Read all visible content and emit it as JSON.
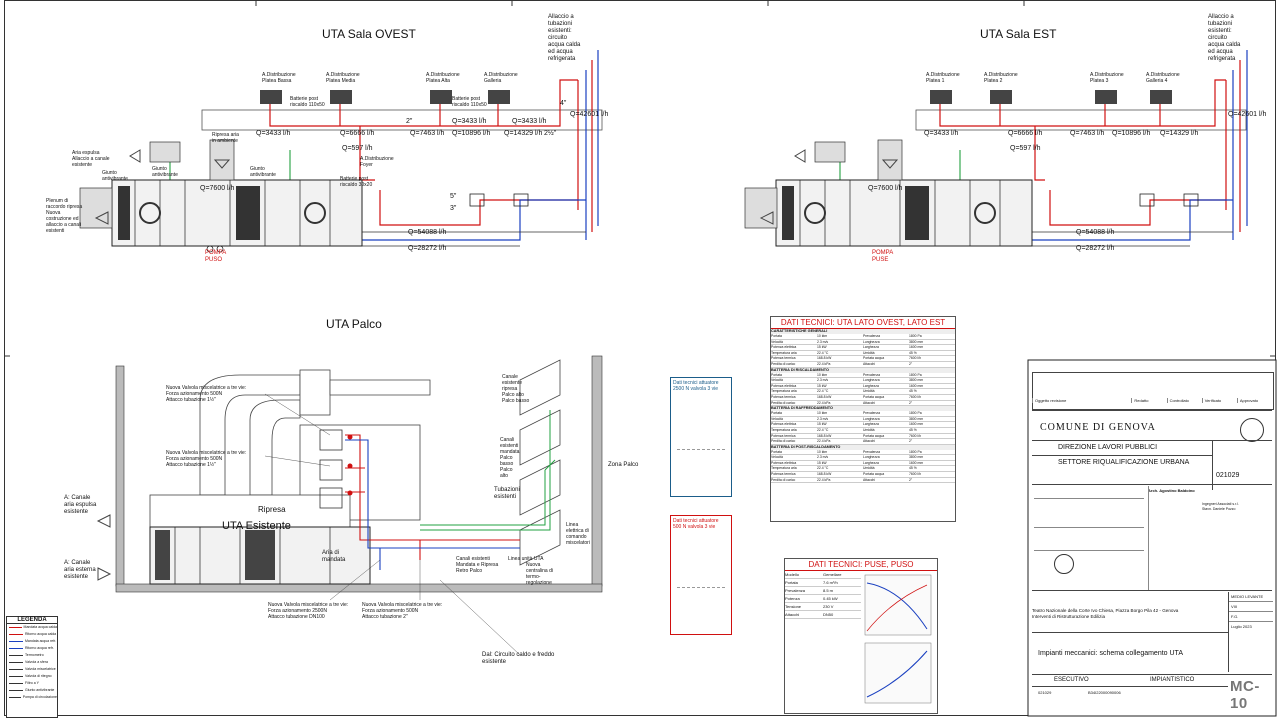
{
  "titles": {
    "ovest": "UTA Sala OVEST",
    "est": "UTA Sala EST",
    "palco": "UTA Palco"
  },
  "ovest": {
    "allaccio": "Allaccio a\ntubazioni\nesistenti:\ncircuito\nacqua calda\ned acqua\nrefrigerata",
    "diffusori": [
      "A.Distribuzione\nPlatea Bassa",
      "A.Distribuzione\nPlatea Media",
      "A.Distribuzione\nPlatea Alta",
      "A.Distribuzione\nGalleria"
    ],
    "batterie": [
      "Batterie post\nriscaldo 110x50",
      "Batterie post\nriscaldo 110x50"
    ],
    "flows_top": [
      "Q=3433 l/h",
      "Q=6666 l/h",
      "Q=7463 l/h",
      "Q=10896 l/h",
      "Q=14329 l/h"
    ],
    "flows_mid": [
      "2\"",
      "Q=3433 l/h",
      "Q=3433 l/h"
    ],
    "q_main": "Q=42601 l/h",
    "q_foyer": "Q=597 l/h",
    "foyer": "A.Distribuzione\nFoyer",
    "ripresa": "Ripresa aria\nin ambiente",
    "espulsa": "Aria espulsa\nAllaccio a canale\nesistente",
    "giunti": [
      "Giunto\nantivibrante",
      "Giunto\nantivibrante",
      "Giunto\nantivibrante"
    ],
    "plenum": "Plenum di\nraccordo ripresa\nNuova\ncostruzione ed\nallaccio a canali\nesistenti",
    "q_uta": "Q=7600 l/h",
    "q_bottom1": "Q=54088 l/h",
    "q_bottom2": "Q=28272 l/h",
    "d5": "5\"",
    "d3": "3\"",
    "pompa": "POMPA\nPUSO",
    "d4": "4\"",
    "d25": "2½\"",
    "batt_small": "Batterie post\nriscaldo 30x20"
  },
  "est": {
    "allaccio": "Allaccio a\ntubazioni\nesistenti:\ncircuito\nacqua calda\ned acqua\nrefrigerata",
    "diffusori": [
      "A.Distribuzione\nPlatea 1",
      "A.Distribuzione\nPlatea 2",
      "A.Distribuzione\nPlatea 3",
      "A.Distribuzione\nGalleria 4"
    ],
    "q_main": "Q=42601 l/h",
    "q_foyer": "Q=597 l/h",
    "q_uta": "Q=7600 l/h",
    "q_bottom1": "Q=54088 l/h",
    "q_bottom2": "Q=28272 l/h",
    "pompa": "POMPA\nPUSE",
    "flows_top": [
      "Q=3433 l/h",
      "Q=6666 l/h",
      "Q=7463 l/h",
      "Q=10896 l/h",
      "Q=14329 l/h"
    ]
  },
  "palco": {
    "valv1": "Nuova Valvola miscelatrice a tre vie:\nForza azionamento 500N\nAttacco tubazione 1½\"",
    "valv2": "Nuova Valvola miscelatrice a tre vie:\nForza azionamento 500N\nAttacco tubazione 1½\"",
    "valv3": "Nuova Valvola miscelatrice a tre vie:\nForza azionamento 2500N\nAttacco tubazione DN100",
    "valv4": "Nuova Valvola miscelatrice a tre vie:\nForza azionamento 500N\nAttacco tubazione 2\"",
    "canale_esp": "A: Canale\naria espulsa\nesistente",
    "canale_est": "A: Canale\naria esterna\nesistente",
    "ripresa": "Ripresa",
    "uta_esistente": "UTA Esistente",
    "mandata": "Aria di\nmandata",
    "canale_ripresa": "Canale\nesistente\nripresa\nPalco alto\nPalco basso",
    "canali_mand": "Canali\nesistenti\nmandata\nPalco\nbasso\nPalco\nalto",
    "tub": "Tubazioni\nesistenti",
    "zona": "Zona Palco",
    "linea": "Linea\nelettrica di\ncomando\nmiscelatori",
    "canali_rp": "Canali esistenti\nMandata e Ripresa\nRetro Palco",
    "linea_uta": "Linea unità UTA",
    "nuova_centr": "Nuova\ncentralina di\ntermo-\nregolazione",
    "dal": "Dal: Circuito caldo e freddo\nesistente"
  },
  "legend": {
    "title": "LEGENDA",
    "items": [
      "Mandata acqua calda",
      "Ritorno acqua calda",
      "Mandata acqua refr.",
      "Ritorno acqua refr.",
      "Termometro",
      "Valvola a sfera",
      "Valvola miscelatrice",
      "Valvola di ritegno",
      "Filtro a Y",
      "Giunto antivibrante",
      "Pompa di circolazione"
    ],
    "colors": [
      "#d01010",
      "#d01010",
      "#1a40c0",
      "#1a40c0"
    ]
  },
  "attuatori": {
    "a1": "Dati tecnici attuatore\n2500 N valvola 3 vie",
    "a2": "Dati tecnici attuatore\n500 N valvola 3 vie",
    "a1_color": "#1b5d8a",
    "a2_color": "#d01010"
  },
  "dati_uta": {
    "title": "DATI TECNICI: UTA LATO OVEST, LATO EST",
    "sections": [
      "CARATTERISTICHE GENERALI",
      "BATTERIA DI RISCALDAMENTO",
      "BATTERIA DI RAFFREDDAMENTO",
      "BATTERIA DI POST-RISCALDAMENTO"
    ],
    "rows": [
      [
        "Portata",
        "10 ktm",
        "Prevalenza",
        "1800 Pa"
      ],
      [
        "Velocità",
        "2.3 m/s",
        "Lunghezza",
        "3800 mm"
      ],
      [
        "Potenza elettrica",
        "15 kW",
        "Larghezza",
        "1600 mm"
      ],
      [
        "Temperatura aria",
        "22.4 °C",
        "Umidità",
        "45 %"
      ],
      [
        "Potenza termica",
        "168.8 kW",
        "Portata acqua",
        "7600 l/h"
      ],
      [
        "Perdita di carico",
        "22.4 kPa",
        "Attacchi",
        "2\""
      ]
    ]
  },
  "dati_pompa": {
    "title": "DATI TECNICI: PUSE, PUSO",
    "rows": [
      [
        "Modello",
        "Gemellare"
      ],
      [
        "Portata",
        "7.6 m³/h"
      ],
      [
        "Prevalenza",
        "8.5 m"
      ],
      [
        "Potenza",
        "0.45 kW"
      ],
      [
        "Tensione",
        "230 V"
      ],
      [
        "Attacchi",
        "DN50"
      ]
    ]
  },
  "cartiglio": {
    "comune": "COMUNE DI GENOVA",
    "direzione": "DIREZIONE LAVORI PUBBLICI",
    "settore": "SETTORE RIQUALIFICAZIONE URBANA",
    "progetto_num": "021029",
    "oggetto": "Teatro Nazionale della Corte Ivo Chiesa, Piazza Borgo Pila 42 - Genova\nInterventi di Ristrutturazione Edilizia",
    "titolo": "Impianti meccanici: schema collegamento UTA",
    "fase1": "ESECUTIVO",
    "fase2": "IMPIANTISTICO",
    "tavola": "MC-10",
    "municipio": "MEDIO LEVANTE",
    "municipio_num": "VIII",
    "scala": "F.G.",
    "data": "Luglio 2023",
    "cod_mogs": "021029",
    "cod_cup": "B34I22000090006",
    "headers": [
      "Oggetto revisione",
      "Redatto",
      "Controllato",
      "Verificato",
      "Approvato"
    ],
    "resp": "Arch. Agostino Baldoino",
    "gruppo": "Ingegneri Associati s.r.l.\nStavn. Daniele Pozzo"
  }
}
